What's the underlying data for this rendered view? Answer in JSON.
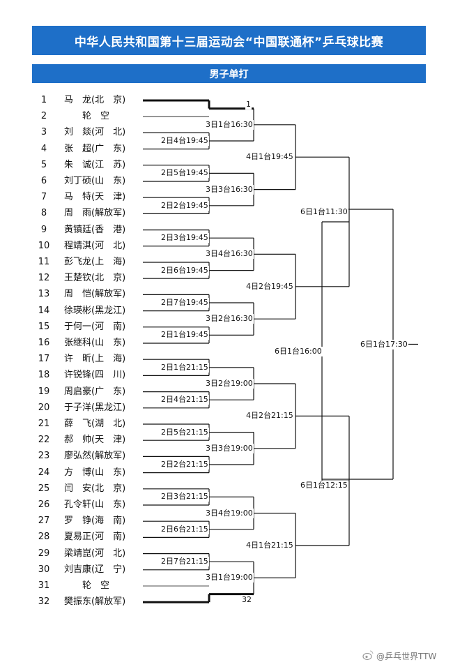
{
  "title": "中华人民共和国第十三届运动会“中国联通杯”乒乓球比赛",
  "subtitle": "男子单打",
  "players": [
    {
      "seed": "1",
      "name": "马　龙(北　京)"
    },
    {
      "seed": "2",
      "name": "　　轮　空"
    },
    {
      "seed": "3",
      "name": "刘　燚(河　北)"
    },
    {
      "seed": "4",
      "name": "张　超(广　东)"
    },
    {
      "seed": "5",
      "name": "朱　诚(江　苏)"
    },
    {
      "seed": "6",
      "name": "刘丁硕(山　东)"
    },
    {
      "seed": "7",
      "name": "马　特(天　津)"
    },
    {
      "seed": "8",
      "name": "周　雨(解放军)"
    },
    {
      "seed": "9",
      "name": "黄镇廷(香　港)"
    },
    {
      "seed": "10",
      "name": "程靖淇(河　北)"
    },
    {
      "seed": "11",
      "name": "彭飞龙(上　海)"
    },
    {
      "seed": "12",
      "name": "王楚钦(北　京)"
    },
    {
      "seed": "13",
      "name": "周　恺(解放军)"
    },
    {
      "seed": "14",
      "name": "徐瑛彬(黑龙江)"
    },
    {
      "seed": "15",
      "name": "于何一(河　南)"
    },
    {
      "seed": "16",
      "name": "张继科(山　东)"
    },
    {
      "seed": "17",
      "name": "许　昕(上　海)"
    },
    {
      "seed": "18",
      "name": "许锐锋(四　川)"
    },
    {
      "seed": "19",
      "name": "周启豪(广　东)"
    },
    {
      "seed": "20",
      "name": "于子洋(黑龙江)"
    },
    {
      "seed": "21",
      "name": "薛　飞(湖　北)"
    },
    {
      "seed": "22",
      "name": "郝　帅(天　津)"
    },
    {
      "seed": "23",
      "name": "廖弘然(解放军)"
    },
    {
      "seed": "24",
      "name": "方　博(山　东)"
    },
    {
      "seed": "25",
      "name": "闫　安(北　京)"
    },
    {
      "seed": "26",
      "name": "孔令轩(山　东)"
    },
    {
      "seed": "27",
      "name": "罗　铮(海　南)"
    },
    {
      "seed": "28",
      "name": "夏易正(河　南)"
    },
    {
      "seed": "29",
      "name": "梁靖崑(河　北)"
    },
    {
      "seed": "30",
      "name": "刘吉康(辽　宁)"
    },
    {
      "seed": "31",
      "name": "　　轮　空"
    },
    {
      "seed": "32",
      "name": "樊振东(解放军)"
    }
  ],
  "bye_advance_labels": [
    "1",
    "32"
  ],
  "r1_schedule": [
    "2日4台19:45",
    "2日5台19:45",
    "2日2台19:45",
    "2日3台19:45",
    "2日6台19:45",
    "2日7台19:45",
    "2日1台19:45",
    "2日1台21:15",
    "2日4台21:15",
    "2日5台21:15",
    "2日2台21:15",
    "2日3台21:15",
    "2日6台21:15",
    "2日7台21:15"
  ],
  "r2_schedule": [
    "3日1台16:30",
    "3日3台16:30",
    "3日4台16:30",
    "3日2台16:30",
    "3日2台19:00",
    "3日3台19:00",
    "3日4台19:00",
    "3日1台19:00"
  ],
  "r3_schedule": [
    "4日1台19:45",
    "4日2台19:45",
    "4日2台21:15",
    "4日1台21:15"
  ],
  "qf_schedule": [
    "6日1台11:30",
    "6日1台12:15"
  ],
  "sf_schedule": [
    "6日1台16:00"
  ],
  "final_schedule": [
    "6日1台17:30"
  ],
  "watermark": "@乒乓世界TTW"
}
